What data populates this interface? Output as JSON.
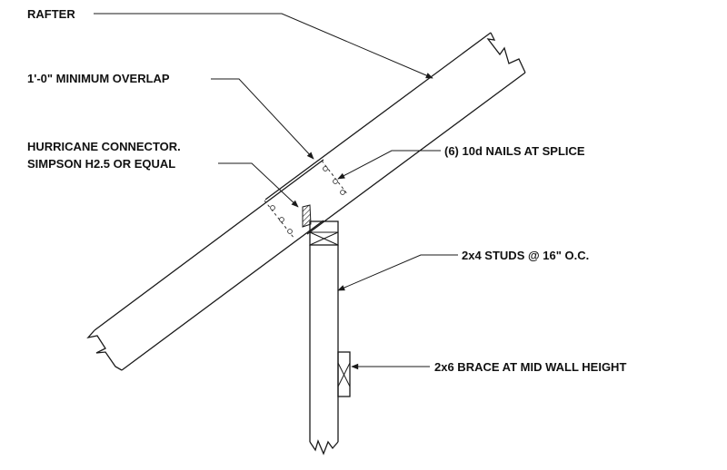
{
  "labels": {
    "rafter": "RAFTER",
    "overlap": "1'-0\" MINIMUM OVERLAP",
    "connector_line1": "HURRICANE CONNECTOR.",
    "connector_line2": "SIMPSON H2.5 OR EQUAL",
    "nails": "(6) 10d NAILS AT SPLICE",
    "studs": "2x4 STUDS @ 16\" O.C.",
    "brace": "2x6 BRACE AT MID WALL HEIGHT"
  },
  "colors": {
    "line": "#1a1a1a",
    "text": "#111111",
    "background": "#ffffff"
  }
}
